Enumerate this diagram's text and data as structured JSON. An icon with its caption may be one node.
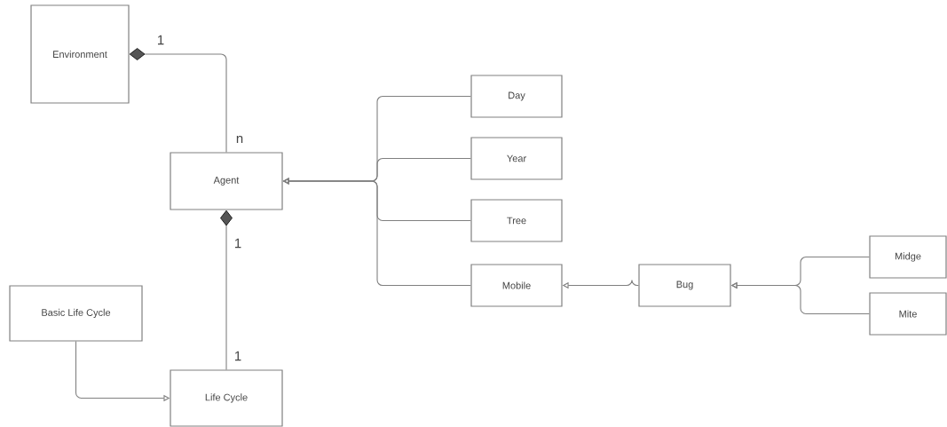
{
  "diagram": {
    "nodes": [
      {
        "text": [
          "Environment"
        ]
      },
      {
        "text": [
          "Agent"
        ]
      },
      {
        "text": [
          "Day"
        ]
      },
      {
        "text": [
          "Year"
        ]
      },
      {
        "text": [
          "Tree"
        ]
      },
      {
        "text": [
          "Mobile"
        ]
      },
      {
        "text": [
          "Bug"
        ]
      },
      {
        "text": [
          "Midge"
        ]
      },
      {
        "text": [
          "Mite"
        ]
      },
      {
        "text": [
          "Basic Life Cycle"
        ]
      },
      {
        "text": [
          "Life Cycle"
        ]
      }
    ],
    "edges": [
      {
        "from": 0,
        "to": 1,
        "arrow": "other"
      },
      {
        "from": 1,
        "to": 10,
        "arrow": "other"
      },
      {
        "from": 2,
        "to": 1,
        "arrow": "to"
      },
      {
        "from": 3,
        "to": 1,
        "arrow": "to"
      },
      {
        "from": 4,
        "to": 1,
        "arrow": "to"
      },
      {
        "from": 5,
        "to": 1,
        "arrow": "to"
      },
      {
        "from": 6,
        "to": 5,
        "arrow": "to"
      },
      {
        "from": 7,
        "to": 6,
        "arrow": "to"
      },
      {
        "from": 8,
        "to": 6,
        "arrow": "to"
      },
      {
        "from": 9,
        "to": 10,
        "arrow": "to"
      }
    ],
    "labels": [
      "1",
      "n",
      "1",
      "1"
    ]
  }
}
